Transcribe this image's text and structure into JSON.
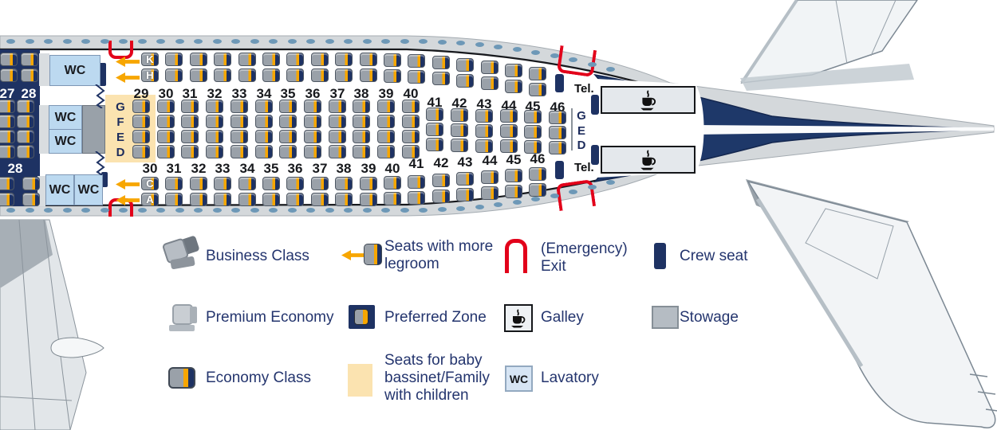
{
  "colors": {
    "navy": "#1e3263",
    "orange": "#f7a600",
    "red": "#e2001a",
    "peach": "#fbe3b0",
    "lavatory_blue": "#bcd9f0",
    "seat_gray": "#9aa1a9",
    "hull_gray": "#d5d9dc",
    "window_blue": "#6d98b7",
    "text_navy": "#24356e"
  },
  "seatmap": {
    "wc_label": "WC",
    "tel_label": "Tel.",
    "preferred_zone_left": {
      "upper_row_numbers": [
        "27",
        "28"
      ],
      "lower_row_number": "28"
    },
    "upper_band": {
      "seat_letters": [
        "K",
        "H"
      ],
      "letter_row": "29",
      "rows": [
        "29",
        "30",
        "31",
        "32",
        "33",
        "34",
        "35",
        "36",
        "37",
        "38",
        "39",
        "40",
        "41",
        "42",
        "43",
        "44",
        "45"
      ]
    },
    "center_band": {
      "row_numbers": [
        "29",
        "30",
        "31",
        "32",
        "33",
        "34",
        "35",
        "36",
        "37",
        "38",
        "39",
        "40",
        "41",
        "42",
        "43",
        "44",
        "45",
        "46"
      ],
      "left_seat_letters": [
        "G",
        "F",
        "E",
        "D"
      ],
      "right_seat_letters": [
        "G",
        "E",
        "D"
      ],
      "four_seat_rows": [
        "29",
        "30",
        "31",
        "32",
        "33",
        "34",
        "35",
        "36",
        "37",
        "38",
        "39",
        "40"
      ],
      "three_seat_rows": [
        "41",
        "42",
        "43",
        "44",
        "45",
        "46"
      ]
    },
    "lower_band": {
      "seat_letters": [
        "C",
        "A"
      ],
      "letter_row": "30",
      "row_numbers": [
        "30",
        "31",
        "32",
        "33",
        "34",
        "35",
        "36",
        "37",
        "38",
        "39",
        "40",
        "41",
        "42",
        "43",
        "44",
        "45",
        "46"
      ]
    }
  },
  "legend": {
    "wc_icon_text": "WC",
    "items": [
      {
        "id": "business-class",
        "label": "Business Class"
      },
      {
        "id": "premium-economy",
        "label": "Premium Economy"
      },
      {
        "id": "economy-class",
        "label": "Economy Class"
      },
      {
        "id": "seats-more-legroom",
        "label": "Seats with more\nlegroom"
      },
      {
        "id": "preferred-zone",
        "label": "Preferred Zone"
      },
      {
        "id": "baby-bassinet",
        "label": "Seats for baby\nbassinet/Family\nwith children"
      },
      {
        "id": "emergency-exit",
        "label": "(Emergency)\nExit"
      },
      {
        "id": "galley",
        "label": "Galley"
      },
      {
        "id": "lavatory",
        "label": "Lavatory"
      },
      {
        "id": "crew-seat",
        "label": "Crew seat"
      },
      {
        "id": "stowage",
        "label": "Stowage"
      }
    ]
  }
}
